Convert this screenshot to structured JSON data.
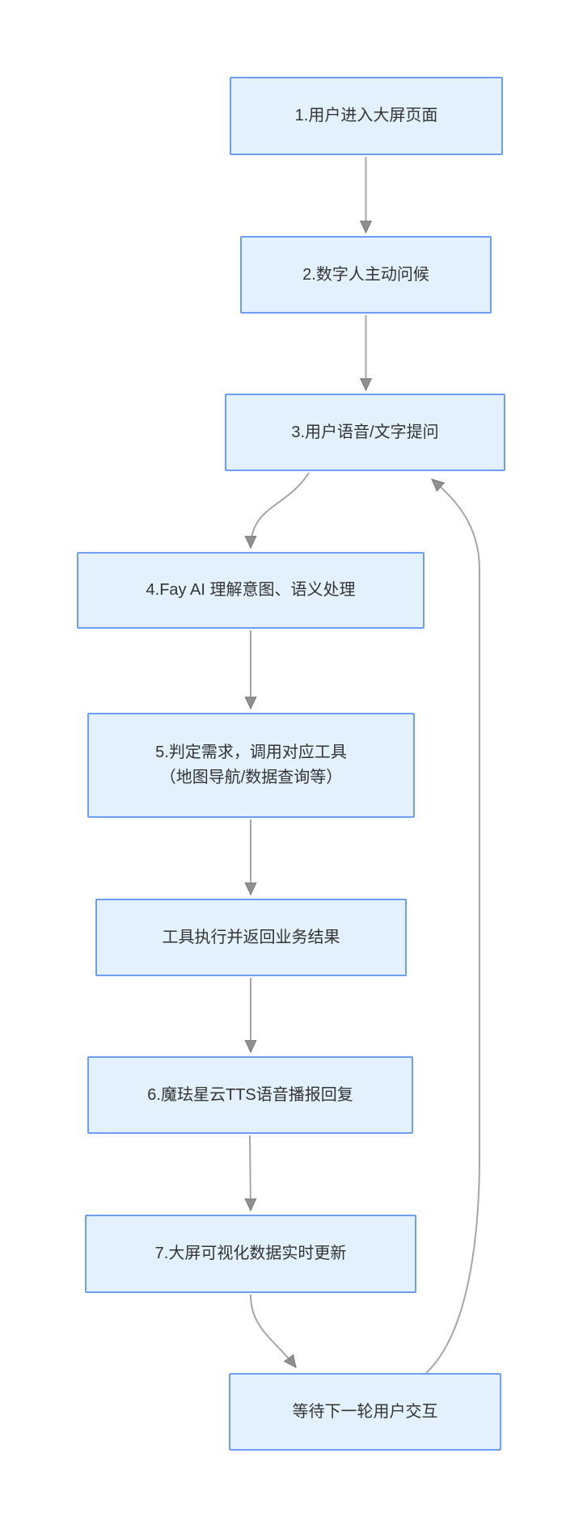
{
  "colors": {
    "node_fill": "#e2f1fd",
    "node_border": "#6d9ef5",
    "edge_color": "#a6a6a6",
    "arrow_head": "#8f8f8f",
    "text_color": "#333333",
    "background": "#ffffff"
  },
  "nodes": [
    {
      "id": "enter",
      "label": "1.用户进入大屏页面"
    },
    {
      "id": "greet",
      "label": "2.数字人主动问候"
    },
    {
      "id": "ask",
      "label": "3.用户语音/文字提问"
    },
    {
      "id": "fay",
      "label": "4.Fay AI 理解意图、语义处理"
    },
    {
      "id": "judge",
      "label": "5.判定需求，调用对应工具\n（地图导航/数据查询等）"
    },
    {
      "id": "tool",
      "label": "工具执行并返回业务结果"
    },
    {
      "id": "tts",
      "label": "6.魔珐星云TTS语音播报回复"
    },
    {
      "id": "update",
      "label": "7.大屏可视化数据实时更新"
    },
    {
      "id": "wait",
      "label": "等待下一轮用户交互"
    }
  ],
  "edges": [
    {
      "from": "enter",
      "to": "greet"
    },
    {
      "from": "greet",
      "to": "ask"
    },
    {
      "from": "ask",
      "to": "fay"
    },
    {
      "from": "fay",
      "to": "judge"
    },
    {
      "from": "judge",
      "to": "tool"
    },
    {
      "from": "tool",
      "to": "tts"
    },
    {
      "from": "tts",
      "to": "update"
    },
    {
      "from": "update",
      "to": "wait"
    },
    {
      "from": "wait",
      "to": "ask"
    }
  ]
}
